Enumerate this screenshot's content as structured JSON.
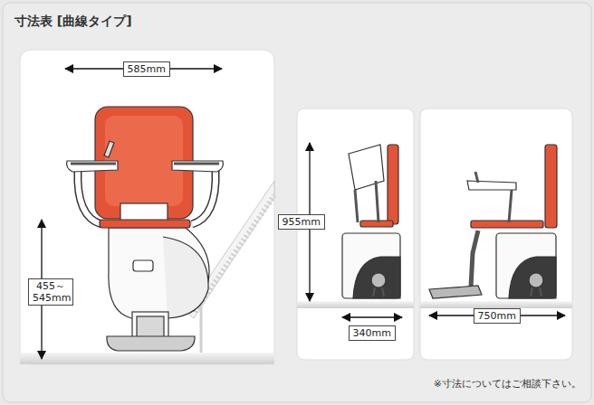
{
  "diagram": {
    "title": "寸法表 [曲線タイプ]",
    "nodes": [
      {
        "text": [
          "585mm"
        ]
      },
      {
        "text": [
          "455～ 545mm"
        ]
      },
      {
        "text": [
          "955mm"
        ]
      },
      {
        "text": [
          "340mm"
        ]
      },
      {
        "text": [
          "750mm"
        ]
      }
    ],
    "labels": [
      "※寸法についてはご相談下さい。"
    ]
  }
}
